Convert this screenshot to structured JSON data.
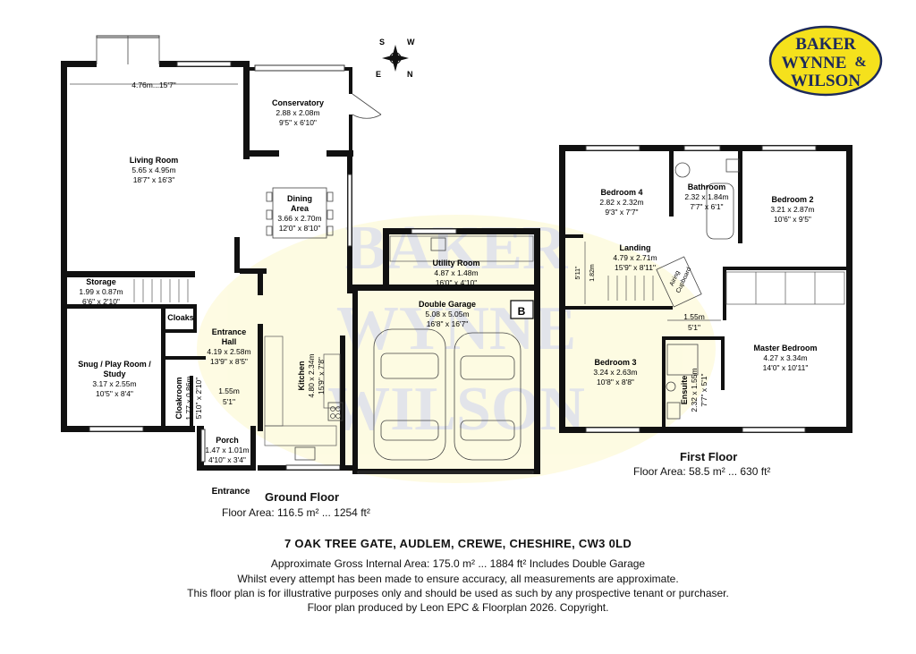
{
  "brand": {
    "line1": "BAKER",
    "line2": "WYNNE",
    "amp": "&",
    "line3": "WILSON",
    "colors": {
      "yellow": "#f5e11c",
      "navy": "#1d2a5b"
    }
  },
  "compass": {
    "s": "S",
    "w": "W",
    "e": "E",
    "n": "N"
  },
  "ground": {
    "title": "Ground Floor",
    "area": "Floor Area: 116.5 m² ... 1254 ft²",
    "rooms": [
      {
        "id": "living",
        "name": "Living Room",
        "dims": [
          "5.65 x 4.95m",
          "18'7\" x 16'3\""
        ]
      },
      {
        "id": "conservatory",
        "name": "Conservatory",
        "dims": [
          "2.88 x 2.08m",
          "9'5\" x 6'10\""
        ]
      },
      {
        "id": "dining",
        "name": "Dining\nArea",
        "dims": [
          "3.66 x 2.70m",
          "12'0\" x 8'10\""
        ]
      },
      {
        "id": "utility",
        "name": "Utility Room",
        "dims": [
          "4.87 x 1.48m",
          "16'0\" x 4'10\""
        ]
      },
      {
        "id": "garage",
        "name": "Double Garage",
        "dims": [
          "5.08 x 5.05m",
          "16'8\" x 16'7\""
        ]
      },
      {
        "id": "storage",
        "name": "Storage",
        "dims": [
          "1.99 x 0.87m",
          "6'6\" x 2'10\""
        ]
      },
      {
        "id": "cloaks",
        "name": "Cloaks",
        "dims": []
      },
      {
        "id": "hall",
        "name": "Entrance\nHall",
        "dims": [
          "4.19 x 2.58m",
          "13'9\" x 8'5\""
        ]
      },
      {
        "id": "snug",
        "name": "Snug / Play Room /\nStudy",
        "dims": [
          "3.17 x 2.55m",
          "10'5\" x 8'4\""
        ]
      },
      {
        "id": "kitchen",
        "name": "Kitchen",
        "dims": [
          "4.80 x 2.34m",
          "15'9\" x 7'8\""
        ]
      },
      {
        "id": "cloakroom",
        "name": "Cloakroom",
        "dims": [
          "1.77 x 0.86m",
          "5'10\" x 2'10\""
        ]
      },
      {
        "id": "porch",
        "name": "Porch",
        "dims": [
          "1.47 x 1.01m",
          "4'10\" x 3'4\""
        ]
      }
    ],
    "living_width": "4.76m...15'7\"",
    "hall_width": [
      "1.55m",
      "5'1\""
    ],
    "garage_badge": "B",
    "entrance": "Entrance"
  },
  "first": {
    "title": "First Floor",
    "area": "Floor Area: 58.5 m² ... 630 ft²",
    "rooms": [
      {
        "id": "bed4",
        "name": "Bedroom 4",
        "dims": [
          "2.82 x 2.32m",
          "9'3\" x 7'7\""
        ]
      },
      {
        "id": "bathroom",
        "name": "Bathroom",
        "dims": [
          "2.32 x 1.84m",
          "7'7\" x 6'1\""
        ]
      },
      {
        "id": "bed2",
        "name": "Bedroom 2",
        "dims": [
          "3.21 x 2.87m",
          "10'6\" x 9'5\""
        ]
      },
      {
        "id": "landing",
        "name": "Landing",
        "dims": [
          "4.79 x 2.71m",
          "15'9\" x 8'11\""
        ]
      },
      {
        "id": "bed3",
        "name": "Bedroom 3",
        "dims": [
          "3.24 x 2.63m",
          "10'8\" x 8'8\""
        ]
      },
      {
        "id": "master",
        "name": "Master Bedroom",
        "dims": [
          "4.27 x 3.34m",
          "14'0\" x 10'11\""
        ]
      },
      {
        "id": "ensuite",
        "name": "Ensuite",
        "dims": [
          "2.32 x 1.55m",
          "7'7\" x 5'1\""
        ]
      }
    ],
    "landing_side": [
      "1.82m",
      "5'11\""
    ],
    "landing_width": [
      "1.55m",
      "5'1\""
    ],
    "airing": [
      "Airing",
      "Cupboard"
    ]
  },
  "footer": {
    "address": "7 OAK TREE GATE, AUDLEM, CREWE, CHESHIRE, CW3 0LD",
    "gross": "Approximate Gross Internal Area: 175.0 m² ... 1884 ft² Includes Double Garage",
    "line1": "Whilst every attempt has been made to ensure accuracy, all measurements are approximate.",
    "line2": "This floor plan is for illustrative purposes only and should be used as such by any prospective tenant or purchaser.",
    "line3": "Floor plan produced by Leon EPC & Floorplan 2026. Copyright."
  }
}
